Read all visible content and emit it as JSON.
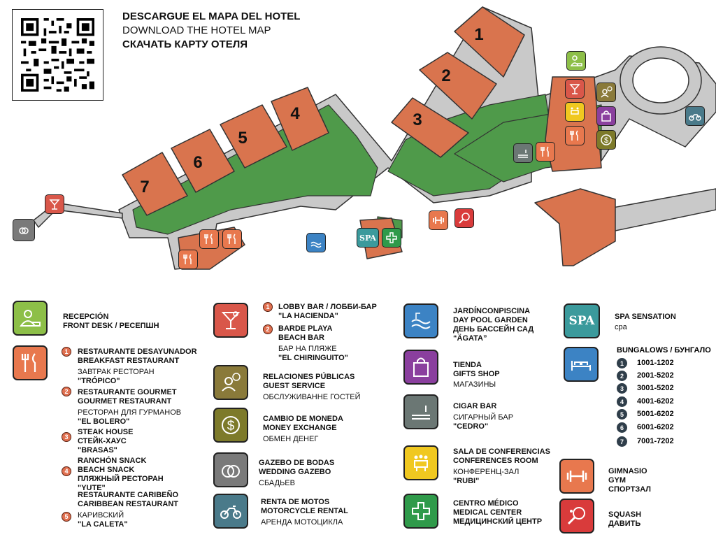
{
  "header": {
    "line_es": "DESCARGUE EL MAPA DEL HOTEL",
    "line_en": "DOWNLOAD THE HOTEL MAP",
    "line_ru": "СКАЧАТЬ КАРТУ ОТЕЛЯ"
  },
  "map": {
    "building_labels": [
      "1",
      "2",
      "3",
      "4",
      "5",
      "6",
      "7"
    ],
    "spa_label": "SPA"
  },
  "colors": {
    "building": "#d9744e",
    "garden": "#4f9a4a",
    "path": "#c9c9c9",
    "outline": "#333333"
  },
  "legend": {
    "reception": {
      "es": "RECEPCIÓN",
      "line2": "FRONT DESK / РЕСЕПШН",
      "icon": "reception-icon"
    },
    "restaurants": {
      "icon": "fork-knife-icon",
      "items": [
        {
          "n": "1",
          "l1": "RESTAURANTE DESAYUNADOR",
          "l2": "BREAKFAST RESTAURANT",
          "l3": "ЗАВТРАК РЕСТОРАН",
          "l4": "\"TRÓPICO\""
        },
        {
          "n": "2",
          "l1": "RESTAURANTE GOURMET",
          "l2": "GOURMET RESTAURANT",
          "l3": "РЕСТОРАН ДЛЯ ГУРМАНОВ",
          "l4": "\"EL BOLERO\""
        },
        {
          "n": "3",
          "l1": "STEAK HOUSE",
          "l2": "СТЕЙК-ХАУС",
          "l3": "\"BRASAS\""
        },
        {
          "n": "4",
          "l1": "RANCHÓN  SNACK",
          "l2": "BEACH SNACK",
          "l3": "ПЛЯЖНЫЙ РЕСТОРАН",
          "l4": "\"YUTE\""
        },
        {
          "n": "5",
          "l1": "RESTAURANTE CARIBEÑO",
          "l2": "CARIBBEAN  RESTAURANT",
          "l3": "КАРИВСКИЙ",
          "l4": "\"LA CALETA\""
        }
      ]
    },
    "bars": {
      "icon": "cocktail-icon",
      "items": [
        {
          "n": "1",
          "l1": "LOBBY BAR / ЛОББИ-БАР",
          "l2": "\"LA HACIENDA\""
        },
        {
          "n": "2",
          "l1": "BARDE PLAYA",
          "l2": "BEACH BAR",
          "l3": "БАР НА ПЛЯЖЕ",
          "l4": "\"EL CHIRINGUITO\""
        }
      ]
    },
    "guest_service": {
      "l1": "RELACIONES PÚBLICAS",
      "l2": "GUEST SERVICE",
      "l3": "ОБСЛУЖИВАННЕ ГОСТЕЙ",
      "icon": "guest-service-icon"
    },
    "money": {
      "l1": "CAMBIO DE MONEDA",
      "l2": "MONEY EXCHANGE",
      "l3": "ОБМЕН ДЕНЕГ",
      "icon": "dollar-icon"
    },
    "wedding": {
      "l1": "GAZEBO DE BODAS",
      "l2": "WEDDING GAZEBO",
      "l3": "СБАДЬЕВ",
      "icon": "rings-icon"
    },
    "motorcycle": {
      "l1": "RENTA DE MOTOS",
      "l2": "MOTORCYCLE RENTAL",
      "l3": "АРЕНДА МОТОЦИКЛА",
      "icon": "motorcycle-icon"
    },
    "pool": {
      "l1": "JARDÍNCONPISCINA",
      "l2": "DAY POOL GARDEN",
      "l3": "ДЕНЬ БАССЕЙН САД",
      "l4": "“ÄGATA”",
      "icon": "pool-icon"
    },
    "shop": {
      "l1": "TIENDA",
      "l2": "GIFTS SHOP",
      "l3": "МАГАЗИНЫ",
      "icon": "shopping-bag-icon"
    },
    "cigar": {
      "l1": "CIGAR BAR",
      "l2": "СИГАРНЫЙ БАР",
      "l3": "\"CEDRO\"",
      "icon": "cigar-icon"
    },
    "conference": {
      "l1": "SALA DE CONFERENCIAS",
      "l2": "CONFERENCES ROOM",
      "l3": "КОНФЕРЕНЦ-ЗАЛ",
      "l4": "\"RUBI\"",
      "icon": "conference-icon"
    },
    "medical": {
      "l1": "CENTRO MÉDICO",
      "l2": "MEDICAL CENTER",
      "l3": "МЕДИЦИНСКИЙ ЦЕНТР",
      "icon": "medical-cross-icon"
    },
    "spa": {
      "l1": "SPA SENSATION",
      "l2": "cpa",
      "icon_text": "SPA"
    },
    "bungalows": {
      "title": "BUNGALOWS / БУНГАЛО",
      "icon": "bed-icon",
      "items": [
        {
          "n": "1",
          "range": "1001-1202"
        },
        {
          "n": "2",
          "range": "2001-5202"
        },
        {
          "n": "3",
          "range": "3001-5202"
        },
        {
          "n": "4",
          "range": "4001-6202"
        },
        {
          "n": "5",
          "range": "5001-6202"
        },
        {
          "n": "6",
          "range": "6001-6202"
        },
        {
          "n": "7",
          "range": "7001-7202"
        }
      ]
    },
    "gym": {
      "l1": "GIMNASIO",
      "l2": "GYM",
      "l3": "СПОРТЗАЛ",
      "icon": "dumbbell-icon"
    },
    "squash": {
      "l1": "SQUASH",
      "l2": "ДАВИТЬ",
      "icon": "squash-racket-icon"
    }
  }
}
